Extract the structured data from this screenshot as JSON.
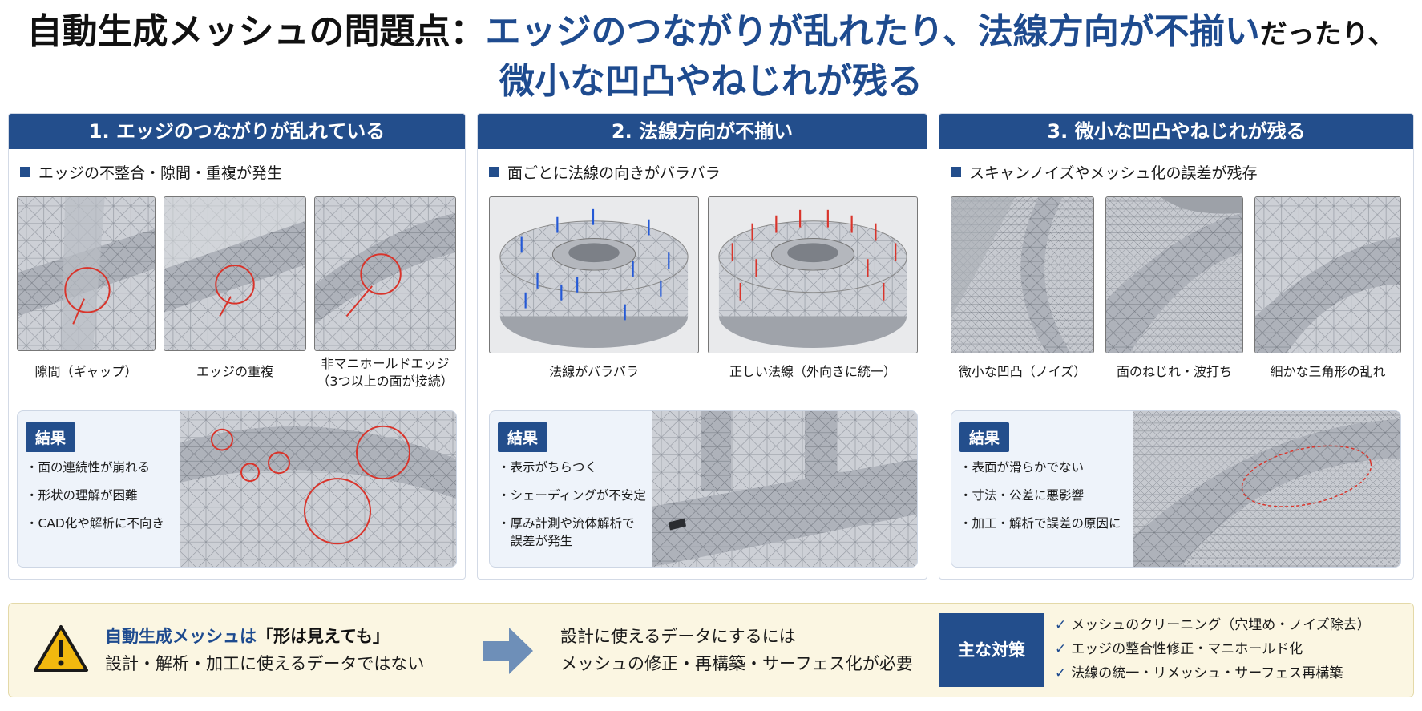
{
  "title": {
    "prefix": "自動生成メッシュの問題点：",
    "highlight1": "エッジのつながりが乱れたり、法線方向が不揃い",
    "connector": "だったり、",
    "line2": "微小な凹凸やねじれが残る"
  },
  "panels": [
    {
      "header": "1. エッジのつながりが乱れている",
      "subheading": "エッジの不整合・隙間・重複が発生",
      "images": [
        {
          "caption": "隙間（ギャップ）"
        },
        {
          "caption": "エッジの重複"
        },
        {
          "caption": "非マニホールドエッジ",
          "caption2": "（3つ以上の面が接続）"
        }
      ],
      "result_label": "結果",
      "results": [
        "・面の連続性が崩れる",
        "・形状の理解が困難",
        "・CAD化や解析に不向き"
      ]
    },
    {
      "header": "2. 法線方向が不揃い",
      "subheading": "面ごとに法線の向きがバラバラ",
      "images": [
        {
          "caption": "法線がバラバラ"
        },
        {
          "caption": "正しい法線（外向きに統一）"
        }
      ],
      "result_label": "結果",
      "results": [
        "・表示がちらつく",
        "・シェーディングが不安定",
        "・厚み計測や流体解析で",
        "　誤差が発生"
      ]
    },
    {
      "header": "3. 微小な凹凸やねじれが残る",
      "subheading": "スキャンノイズやメッシュ化の誤差が残存",
      "images": [
        {
          "caption": "微小な凹凸（ノイズ）"
        },
        {
          "caption": "面のねじれ・波打ち"
        },
        {
          "caption": "細かな三角形の乱れ"
        }
      ],
      "result_label": "結果",
      "results": [
        "・表面が滑らかでない",
        "・寸法・公差に悪影響",
        "・加工・解析で誤差の原因に"
      ]
    }
  ],
  "bottom": {
    "left_line1_a": "自動生成メッシュは",
    "left_line1_b": "「形は見えても」",
    "left_line2": "設計・解析・加工に使えるデータではない",
    "mid_line1": "設計に使えるデータにするには",
    "mid_line2": "メッシュの修正・再構築・サーフェス化が必要",
    "measures_label": "主な対策",
    "measures": [
      "メッシュのクリーニング（穴埋め・ノイズ除去）",
      "エッジの整合性修正・マニホールド化",
      "法線の統一・リメッシュ・サーフェス再構築"
    ]
  },
  "colors": {
    "brand_blue": "#234e8c",
    "title_blue": "#1e4b8f",
    "highlight_red": "#d9342b",
    "normal_blue_arrow": "#2459d6",
    "bottom_bg": "#fbf6e2"
  }
}
